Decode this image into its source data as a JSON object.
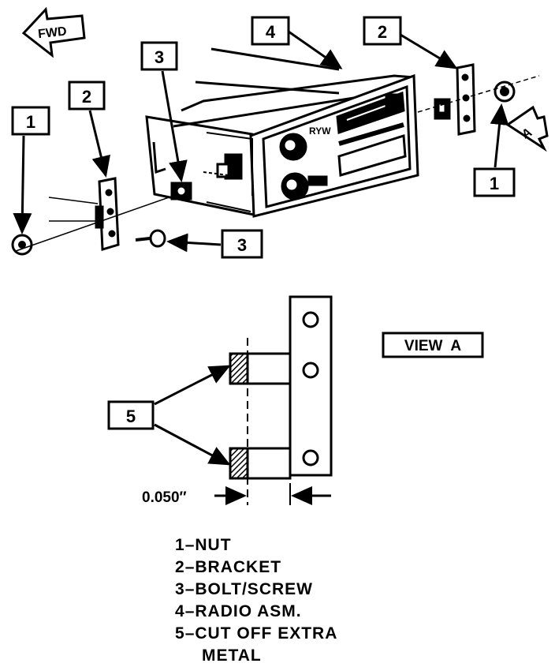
{
  "callouts": {
    "fwd": "FWD",
    "view_letter": "A",
    "nut": "1",
    "bracket": "2",
    "bolt": "3",
    "radio": "4",
    "cut": "5"
  },
  "view_label": "VIEW  A",
  "dimension": "0.050″",
  "legend": [
    {
      "num": "1",
      "text": "NUT"
    },
    {
      "num": "2",
      "text": "BRACKET"
    },
    {
      "num": "3",
      "text": "BOLT/SCREW"
    },
    {
      "num": "4",
      "text": "RADIO ASM."
    },
    {
      "num": "5",
      "text": "CUT OFF EXTRA",
      "cont": "METAL"
    }
  ]
}
